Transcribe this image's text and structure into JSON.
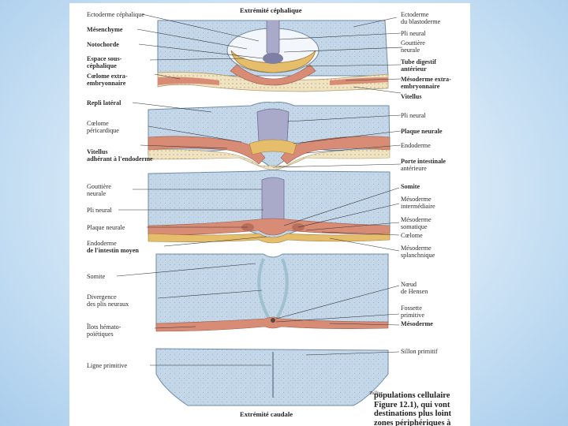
{
  "figure": {
    "title_top": "Extrémité céphalique",
    "title_bottom": "Extrémité caudale",
    "signature": "Tollier",
    "left_labels": {
      "ectoderme_cephalique": "Ectoderme céphalique",
      "mesenchyme": "Mésenchyme",
      "notochorde": "Notochorde",
      "espace_sous_cephalique": [
        "Espace sous-",
        "céphalique"
      ],
      "coelome_extra_embryonnaire": [
        "Cœlome extra-",
        "embryonnaire"
      ],
      "repli_lateral": "Repli latéral",
      "coelome_pericardique": [
        "Cœlome",
        "péricardique"
      ],
      "vitellus_adherant": [
        "Vitellus",
        "adhérant à l'endoderme"
      ],
      "gouttiere_neurale_left": [
        "Gouttière",
        "neurale"
      ],
      "pli_neural_left": "Pli neural",
      "plaque_neurale_left": "Plaque neurale",
      "endoderme_intestin_moyen": [
        "Endoderme",
        "de l'intestin moyen"
      ],
      "somite_left": "Somite",
      "divergence_plis_neuraux": [
        "Divergence",
        "des plis neuraux"
      ],
      "ilots_hematopoietiques": [
        "Îlots hémato-",
        "poïétiques"
      ],
      "ligne_primitive": "Ligne primitive"
    },
    "right_labels": {
      "ectoderme_blastoderme": [
        "Ectoderme",
        "du blastoderme"
      ],
      "pli_neural_top": "Pli neural",
      "gouttiere_neurale_right": [
        "Gouttière",
        "neurale"
      ],
      "tube_digestif_anterieur": [
        "Tube digestif",
        "antérieur"
      ],
      "mesoderme_extra_embryonnaire": [
        "Mésoderme extra-",
        "embryonnaire"
      ],
      "vitellus": "Vitellus",
      "pli_neural_right": "Pli neural",
      "plaque_neurale_right": "Plaque neurale",
      "endoderme": "Endoderme",
      "porte_intestinale": [
        "Porte intestinale",
        "antérieure"
      ],
      "somite_right": "Somite",
      "mesoderme_intermediaire": [
        "Mésoderme",
        "intermédiaire"
      ],
      "mesoderme_somatique": [
        "Mésoderme",
        "somatique"
      ],
      "coelome": "Cœlome",
      "mesoderme_splanchnique": [
        "Mésoderme",
        "splanchnique"
      ],
      "noeud_hensen": [
        "Nœud",
        "de Hensen"
      ],
      "fossette_primitive": [
        "Fossette",
        "primitive"
      ],
      "mesoderme": "Mésoderme",
      "sillon_primitif": "Sillon primitif"
    },
    "caption_lines": [
      "populations cellulaire",
      "Figure 12.1), qui vont",
      "destinations plus loint",
      "zones périphériques à"
    ],
    "colors": {
      "ectoderm": "#bcd3e6",
      "ectoderm_dark": "#8fb0cc",
      "mesoderm": "#d98c75",
      "endoderm": "#e6bd6a",
      "yolk": "#e8d9b0",
      "neural": "#a9a9c9",
      "background": "#d4e8f7"
    }
  }
}
